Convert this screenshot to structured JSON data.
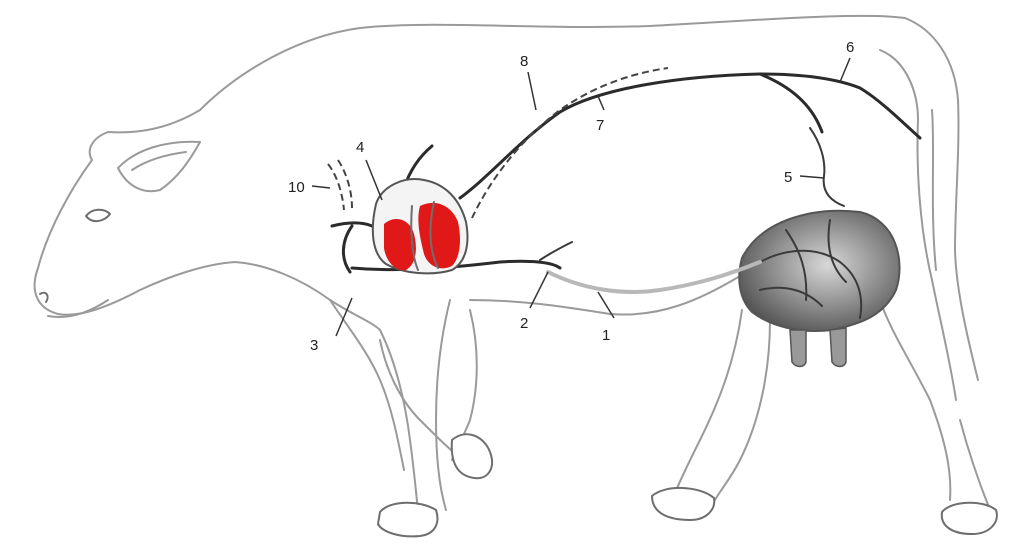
{
  "labels": {
    "l1": "1",
    "l2": "2",
    "l3": "3",
    "l4": "4",
    "l5": "5",
    "l6": "6",
    "l7": "7",
    "l8": "8",
    "l10": "10"
  },
  "colors": {
    "heart": "#e01818",
    "outline": "#9a9a9a",
    "vessel": "#2b2b2b",
    "udder": "#8a8a8a"
  }
}
